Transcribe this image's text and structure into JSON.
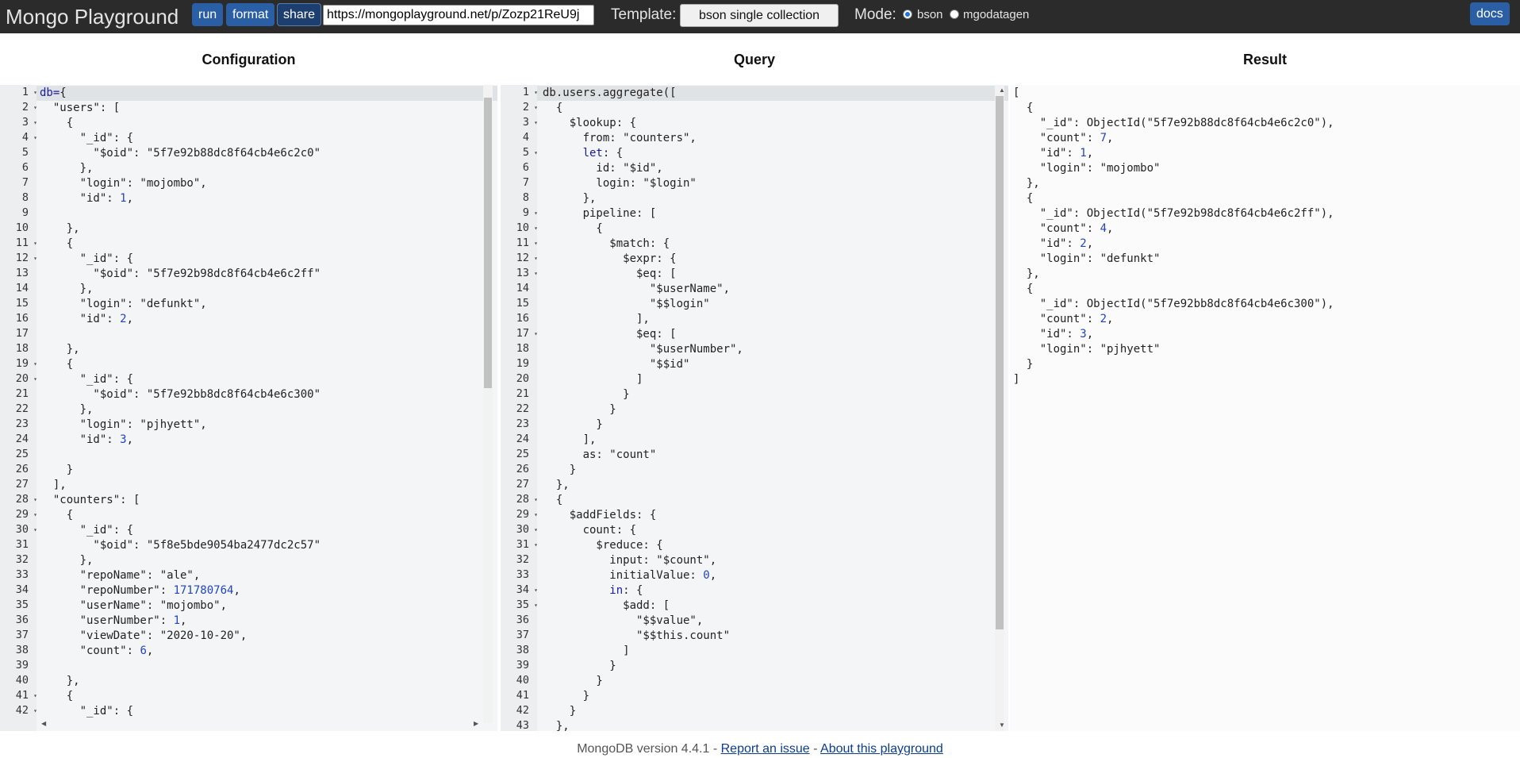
{
  "topbar": {
    "brand": "Mongo Playground",
    "run_label": "run",
    "format_label": "format",
    "share_label": "share",
    "url_value": "https://mongoplayground.net/p/Zozp21ReU9j",
    "template_label": "Template:",
    "template_value": "bson single collection",
    "mode_label": "Mode:",
    "mode_bson": "bson",
    "mode_mgodatagen": "mgodatagen",
    "docs_label": "docs"
  },
  "panels": {
    "configuration": "Configuration",
    "query": "Query",
    "result": "Result"
  },
  "config_lines": [
    "db={",
    "  \"users\": [",
    "    {",
    "      \"_id\": {",
    "        \"$oid\": \"5f7e92b88dc8f64cb4e6c2c0\"",
    "      },",
    "      \"login\": \"mojombo\",",
    "      \"id\": 1,",
    "      ",
    "    },",
    "    {",
    "      \"_id\": {",
    "        \"$oid\": \"5f7e92b98dc8f64cb4e6c2ff\"",
    "      },",
    "      \"login\": \"defunkt\",",
    "      \"id\": 2,",
    "      ",
    "    },",
    "    {",
    "      \"_id\": {",
    "        \"$oid\": \"5f7e92bb8dc8f64cb4e6c300\"",
    "      },",
    "      \"login\": \"pjhyett\",",
    "      \"id\": 3,",
    "      ",
    "    }",
    "  ],",
    "  \"counters\": [",
    "    {",
    "      \"_id\": {",
    "        \"$oid\": \"5f8e5bde9054ba2477dc2c57\"",
    "      },",
    "      \"repoName\": \"ale\",",
    "      \"repoNumber\": 171780764,",
    "      \"userName\": \"mojombo\",",
    "      \"userNumber\": 1,",
    "      \"viewDate\": \"2020-10-20\",",
    "      \"count\": 6,",
    "      ",
    "    },",
    "    {",
    "      \"_id\": {"
  ],
  "config_folds": [
    1,
    2,
    3,
    4,
    11,
    12,
    19,
    20,
    28,
    29,
    30,
    41,
    42
  ],
  "query_lines": [
    "db.users.aggregate([",
    "  {",
    "    $lookup: {",
    "      from: \"counters\",",
    "      let: {",
    "        id: \"$id\",",
    "        login: \"$login\"",
    "      },",
    "      pipeline: [",
    "        {",
    "          $match: {",
    "            $expr: {",
    "              $eq: [",
    "                \"$userName\",",
    "                \"$$login\"",
    "              ],",
    "              $eq: [",
    "                \"$userNumber\",",
    "                \"$$id\"",
    "              ]",
    "            }",
    "          }",
    "        }",
    "      ],",
    "      as: \"count\"",
    "    }",
    "  },",
    "  {",
    "    $addFields: {",
    "      count: {",
    "        $reduce: {",
    "          input: \"$count\",",
    "          initialValue: 0,",
    "          in: {",
    "            $add: [",
    "              \"$$value\",",
    "              \"$$this.count\"",
    "            ]",
    "          }",
    "        }",
    "      }",
    "    }",
    "  },"
  ],
  "query_folds": [
    1,
    2,
    3,
    5,
    9,
    10,
    11,
    12,
    13,
    17,
    28,
    29,
    30,
    31,
    34,
    35
  ],
  "result_lines": [
    "[",
    "  {",
    "    \"_id\": ObjectId(\"5f7e92b88dc8f64cb4e6c2c0\"),",
    "    \"count\": 7,",
    "    \"id\": 1,",
    "    \"login\": \"mojombo\"",
    "  },",
    "  {",
    "    \"_id\": ObjectId(\"5f7e92b98dc8f64cb4e6c2ff\"),",
    "    \"count\": 4,",
    "    \"id\": 2,",
    "    \"login\": \"defunkt\"",
    "  },",
    "  {",
    "    \"_id\": ObjectId(\"5f7e92bb8dc8f64cb4e6c300\"),",
    "    \"count\": 2,",
    "    \"id\": 3,",
    "    \"login\": \"pjhyett\"",
    "  }",
    "]"
  ],
  "footer": {
    "version": "MongoDB version 4.4.1",
    "separator": " - ",
    "report_link": "Report an issue",
    "about_link": "About this playground"
  },
  "colors": {
    "topbar": "#2b2b2b",
    "button": "#2a5fa6",
    "keyword": "#1a1a9e",
    "number": "#1f44c4",
    "link": "#0b3d91"
  }
}
